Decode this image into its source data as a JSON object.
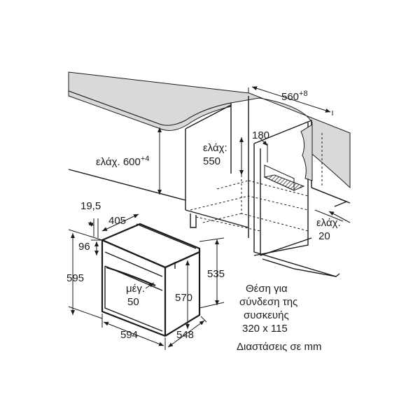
{
  "dimensions": {
    "cabinet_width_label": "560",
    "cabinet_width_tolerance": "+8",
    "cabinet_height_label": "ελάχ. 600",
    "cabinet_height_tolerance": "+4",
    "cabinet_depth_line1": "ελάχ:",
    "cabinet_depth_line2": "550",
    "connection_offset": "180",
    "gap_line1": "ελάχ.",
    "gap_line2": "20",
    "panel_thickness": "19,5",
    "front_offset": "405",
    "top_offset": "96",
    "oven_height": "595",
    "handle_line1": "μέγ.",
    "handle_line2": "50",
    "inner_height": "570",
    "body_height": "535",
    "oven_width": "594",
    "oven_depth": "548"
  },
  "notes": {
    "connection_line1": "Θέση για",
    "connection_line2": "σύνδεση της",
    "connection_line3": "συσκευής",
    "connection_size": "320 x 115",
    "units": "Διαστάσεις σε mm"
  }
}
